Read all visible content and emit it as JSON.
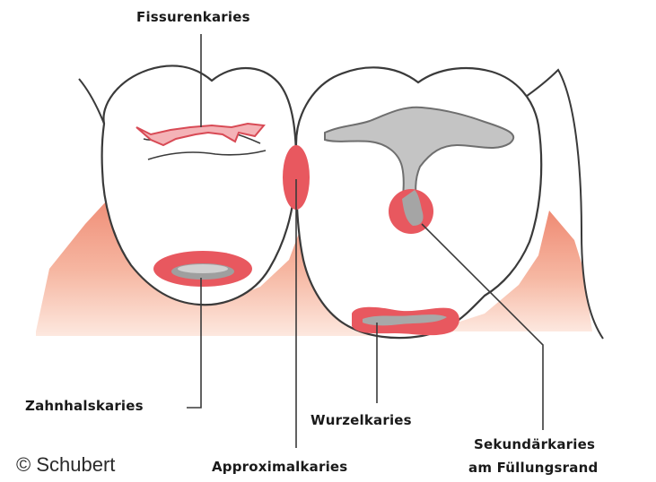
{
  "labels": {
    "fissure": "Fissurenkaries",
    "neck": "Zahnhalskaries",
    "root": "Wurzelkaries",
    "approximal": "Approximalkaries",
    "secondary_line1": "Sekundärkaries",
    "secondary_line2": "am Füllungsrand"
  },
  "copyright": "© Schubert",
  "colors": {
    "caries": "#e8585f",
    "gum": "#f3a58c",
    "outline": "#3a3a3a",
    "filling": "#bdbdbd"
  }
}
